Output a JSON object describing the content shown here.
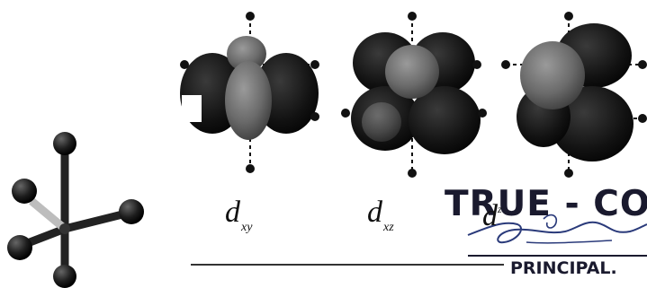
{
  "orbitals": [
    {
      "id": "dxy",
      "symbol": "d",
      "subscript": "xy"
    },
    {
      "id": "dxz",
      "symbol": "d",
      "subscript": "xz"
    },
    {
      "id": "dz",
      "symbol": "d",
      "subscript": "z"
    }
  ],
  "stamp": {
    "text": "TRUE - COI",
    "designation": "PRINCIPAL.",
    "signature": "handwritten signature"
  },
  "colors": {
    "lobe_dark": "#1c1c1c",
    "lobe_light": "#6b6b6b",
    "ligand": "#1a1a1a",
    "stamp_ink": "#1a1a2e",
    "signature_ink": "#2a3a7a"
  }
}
